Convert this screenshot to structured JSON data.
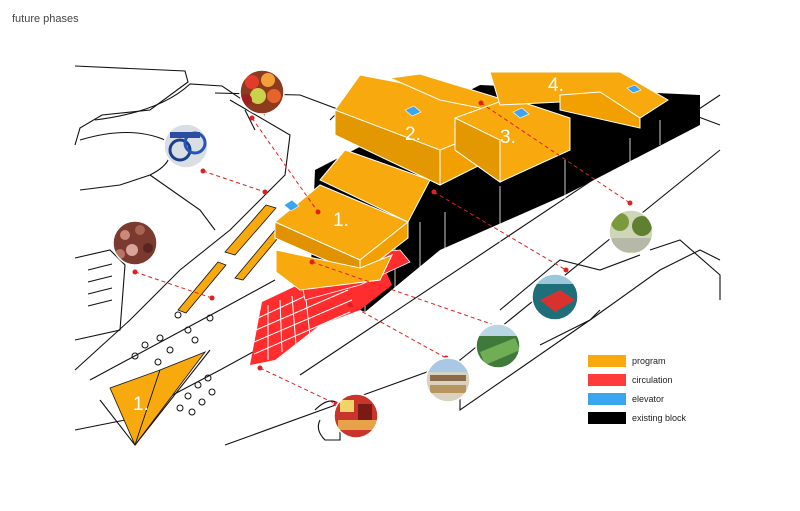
{
  "page_title": "future phases",
  "phases": [
    {
      "label": "1."
    },
    {
      "label": "2."
    },
    {
      "label": "3."
    },
    {
      "label": "4."
    },
    {
      "label": "1."
    }
  ],
  "legend": [
    {
      "label": "program",
      "color": "#f7a90e"
    },
    {
      "label": "circulation",
      "color": "#ff3b3b"
    },
    {
      "label": "elevator",
      "color": "#3aa6f0"
    },
    {
      "label": "existing block",
      "color": "#000000"
    }
  ],
  "photos": [
    {
      "icon": "fruit-photo-icon"
    },
    {
      "icon": "bicycles-photo-icon"
    },
    {
      "icon": "market-crowd-photo-icon"
    },
    {
      "icon": "trees-photo-icon"
    },
    {
      "icon": "sports-court-photo-icon"
    },
    {
      "icon": "green-terrace-photo-icon"
    },
    {
      "icon": "stadium-photo-icon"
    },
    {
      "icon": "red-interior-photo-icon"
    }
  ]
}
